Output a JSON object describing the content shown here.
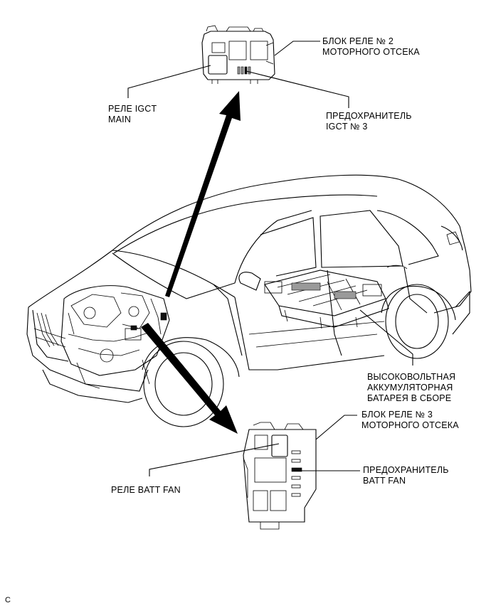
{
  "labels": {
    "relay_box_2": [
      "БЛОК РЕЛЕ № 2",
      "МОТОРНОГО ОТСЕКА"
    ],
    "relay_igct_main": [
      "РЕЛЕ IGCT",
      "MAIN"
    ],
    "fuse_igct_3": [
      "ПРЕДОХРАНИТЕЛЬ",
      "IGCT № 3"
    ],
    "hv_battery": [
      "ВЫСОКОВОЛЬТНАЯ",
      "АККУМУЛЯТОРНАЯ",
      "БАТАРЕЯ В СБОРЕ"
    ],
    "relay_box_3": [
      "БЛОК РЕЛЕ № 3",
      "МОТОРНОГО ОТСЕКА"
    ],
    "relay_batt_fan": "РЕЛЕ BATT FAN",
    "fuse_batt_fan": [
      "ПРЕДОХРАНИТЕЛЬ",
      "BATT FAN"
    ]
  },
  "figure_code": "C"
}
